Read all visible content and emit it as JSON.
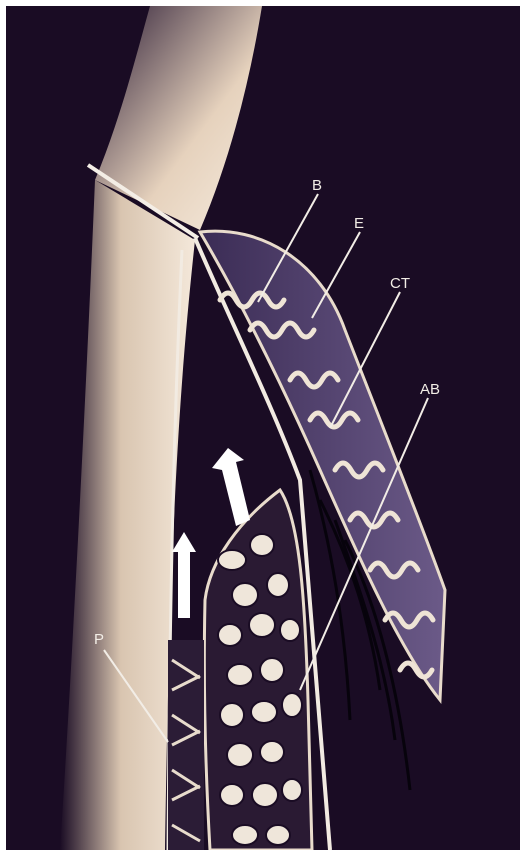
{
  "figure": {
    "labels": {
      "B": "B",
      "E": "E",
      "CT": "CT",
      "AB": "AB",
      "P": "P"
    },
    "colors": {
      "background": "#1a0c24",
      "tooth": "#e8d6c2",
      "epithelium": "#ece0d2",
      "bone": "#efe6da",
      "arrow": "#ffffff",
      "label": "#f2ede6"
    }
  }
}
